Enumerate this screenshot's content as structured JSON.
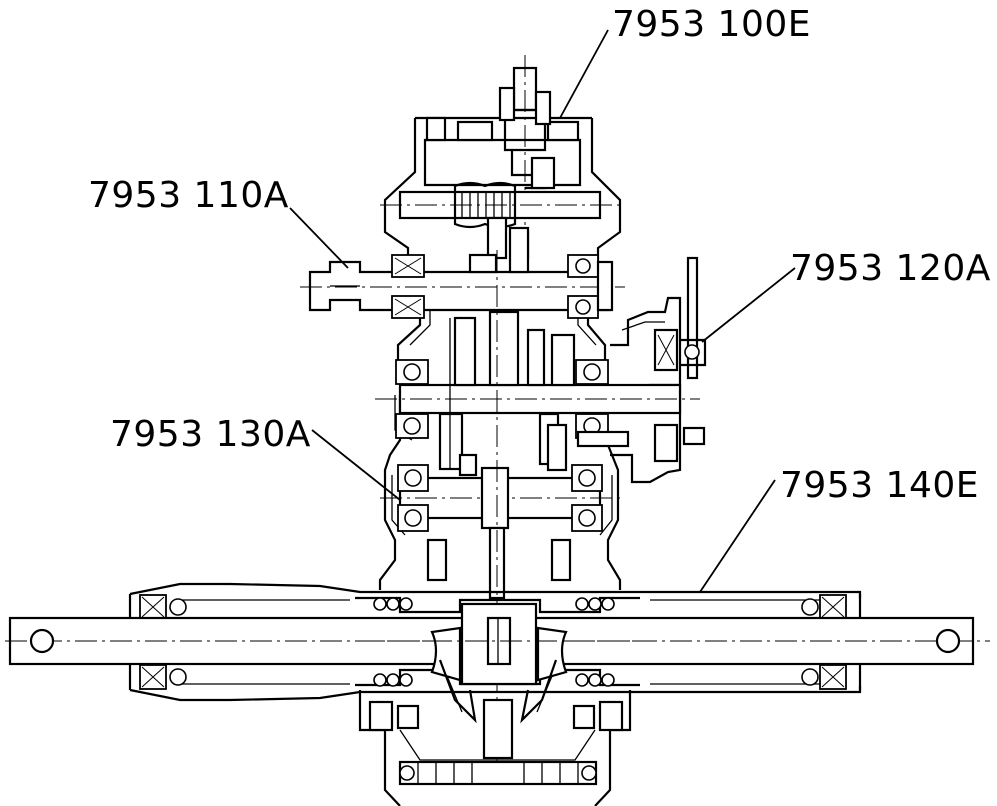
{
  "labels": {
    "top": "7953 100E",
    "upper_left": "7953 110A",
    "right": "7953 120A",
    "middle_left": "7953 130A",
    "lower_right": "7953 140E"
  }
}
